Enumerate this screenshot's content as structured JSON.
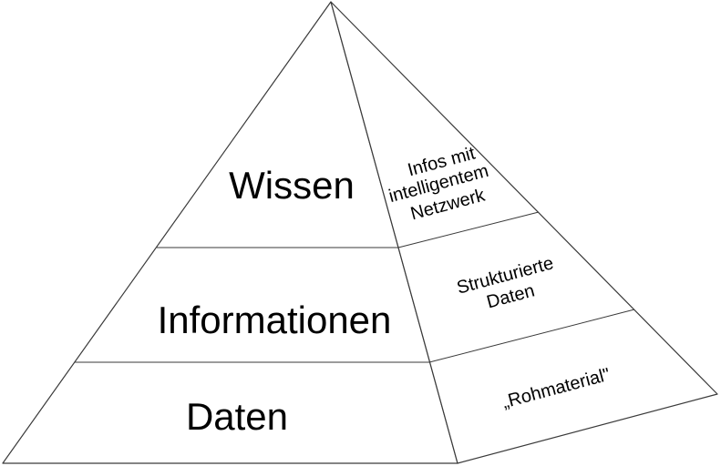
{
  "diagram": {
    "type": "pyramid",
    "front_layers": [
      "Wissen",
      "Informationen",
      "Daten"
    ],
    "side_labels": [
      {
        "lines": [
          "Infos mit",
          "intelligentem",
          "Netzwerk"
        ]
      },
      {
        "lines": [
          "Strukturierte",
          "Daten"
        ]
      },
      {
        "lines": [
          "„Rohmaterial\""
        ]
      }
    ],
    "colors": {
      "background": "#ffffff",
      "line": "#3a3a3a",
      "text": "#000000"
    }
  }
}
